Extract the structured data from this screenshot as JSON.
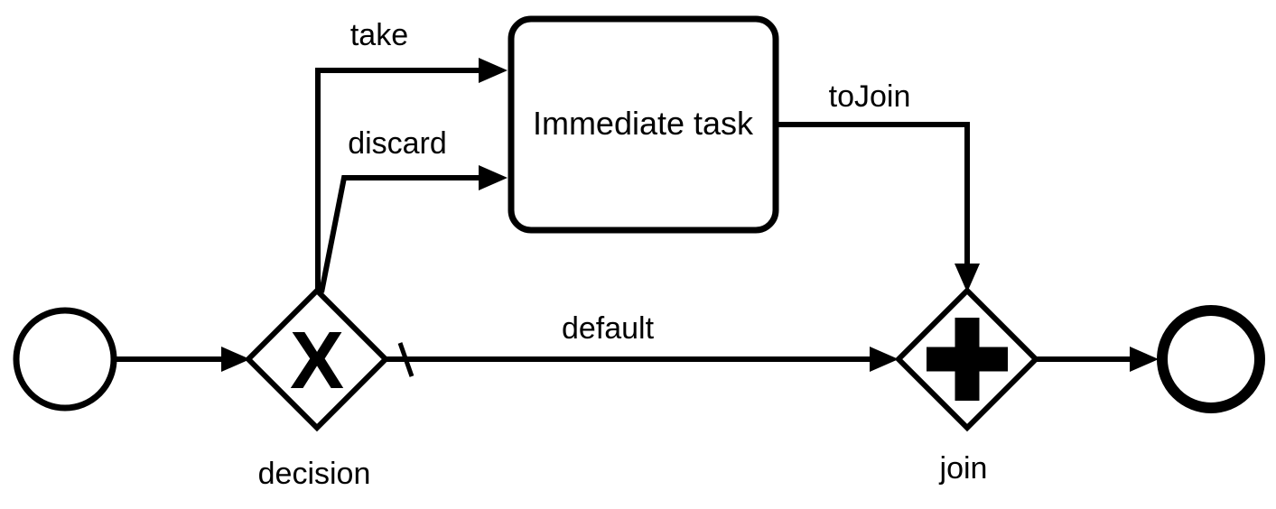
{
  "diagram": {
    "type": "bpmn-process",
    "colors": {
      "stroke": "#000000",
      "fill": "#ffffff",
      "background": "#ffffff",
      "text": "#000000"
    },
    "nodes": [
      {
        "id": "start",
        "type": "start-event",
        "label": ""
      },
      {
        "id": "decision",
        "type": "exclusive-gateway",
        "label": "decision",
        "marker": "X"
      },
      {
        "id": "immediate-task",
        "type": "task",
        "label": "Immediate task"
      },
      {
        "id": "join",
        "type": "parallel-gateway",
        "label": "join",
        "marker": "+"
      },
      {
        "id": "end",
        "type": "end-event",
        "label": ""
      }
    ],
    "edges": [
      {
        "id": "flow-start-to-decision",
        "from": "start",
        "to": "decision",
        "label": ""
      },
      {
        "id": "take",
        "from": "decision",
        "to": "immediate-task",
        "label": "take"
      },
      {
        "id": "discard",
        "from": "decision",
        "to": "immediate-task",
        "label": "discard"
      },
      {
        "id": "default",
        "from": "decision",
        "to": "join",
        "label": "default",
        "is_default_flow": true
      },
      {
        "id": "toJoin",
        "from": "immediate-task",
        "to": "join",
        "label": "toJoin"
      },
      {
        "id": "flow-join-to-end",
        "from": "join",
        "to": "end",
        "label": ""
      }
    ]
  }
}
